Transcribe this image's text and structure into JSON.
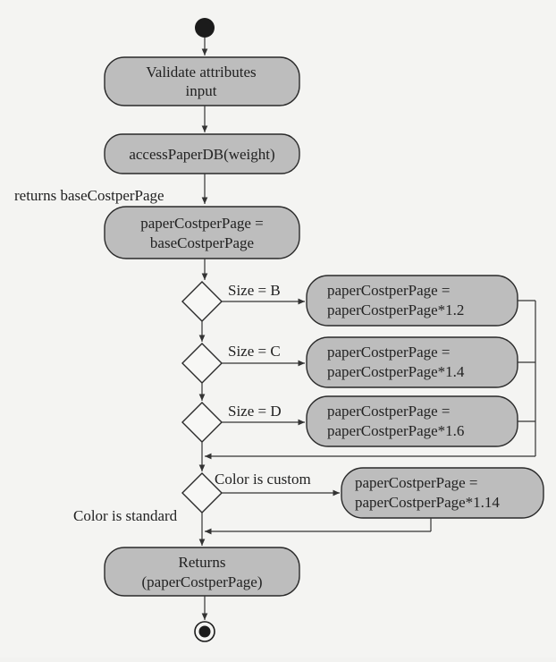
{
  "activities": {
    "validate": [
      "Validate attributes",
      "input"
    ],
    "access_db": [
      "accessPaperDB(weight)"
    ],
    "assign_base": [
      "paperCostperPage =",
      "baseCostperPage"
    ],
    "size_b": [
      "paperCostperPage =",
      "paperCostperPage*1.2"
    ],
    "size_c": [
      "paperCostperPage =",
      "paperCostperPage*1.4"
    ],
    "size_d": [
      "paperCostperPage =",
      "paperCostperPage*1.6"
    ],
    "custom": [
      "paperCostperPage =",
      "paperCostperPage*1.14"
    ],
    "returns": [
      "Returns",
      "(paperCostperPage)"
    ]
  },
  "guards": {
    "returns_base": "returns baseCostperPage",
    "size_b": "Size = B",
    "size_c": "Size = C",
    "size_d": "Size = D",
    "color_custom": "Color is custom",
    "color_standard": "Color is standard"
  }
}
